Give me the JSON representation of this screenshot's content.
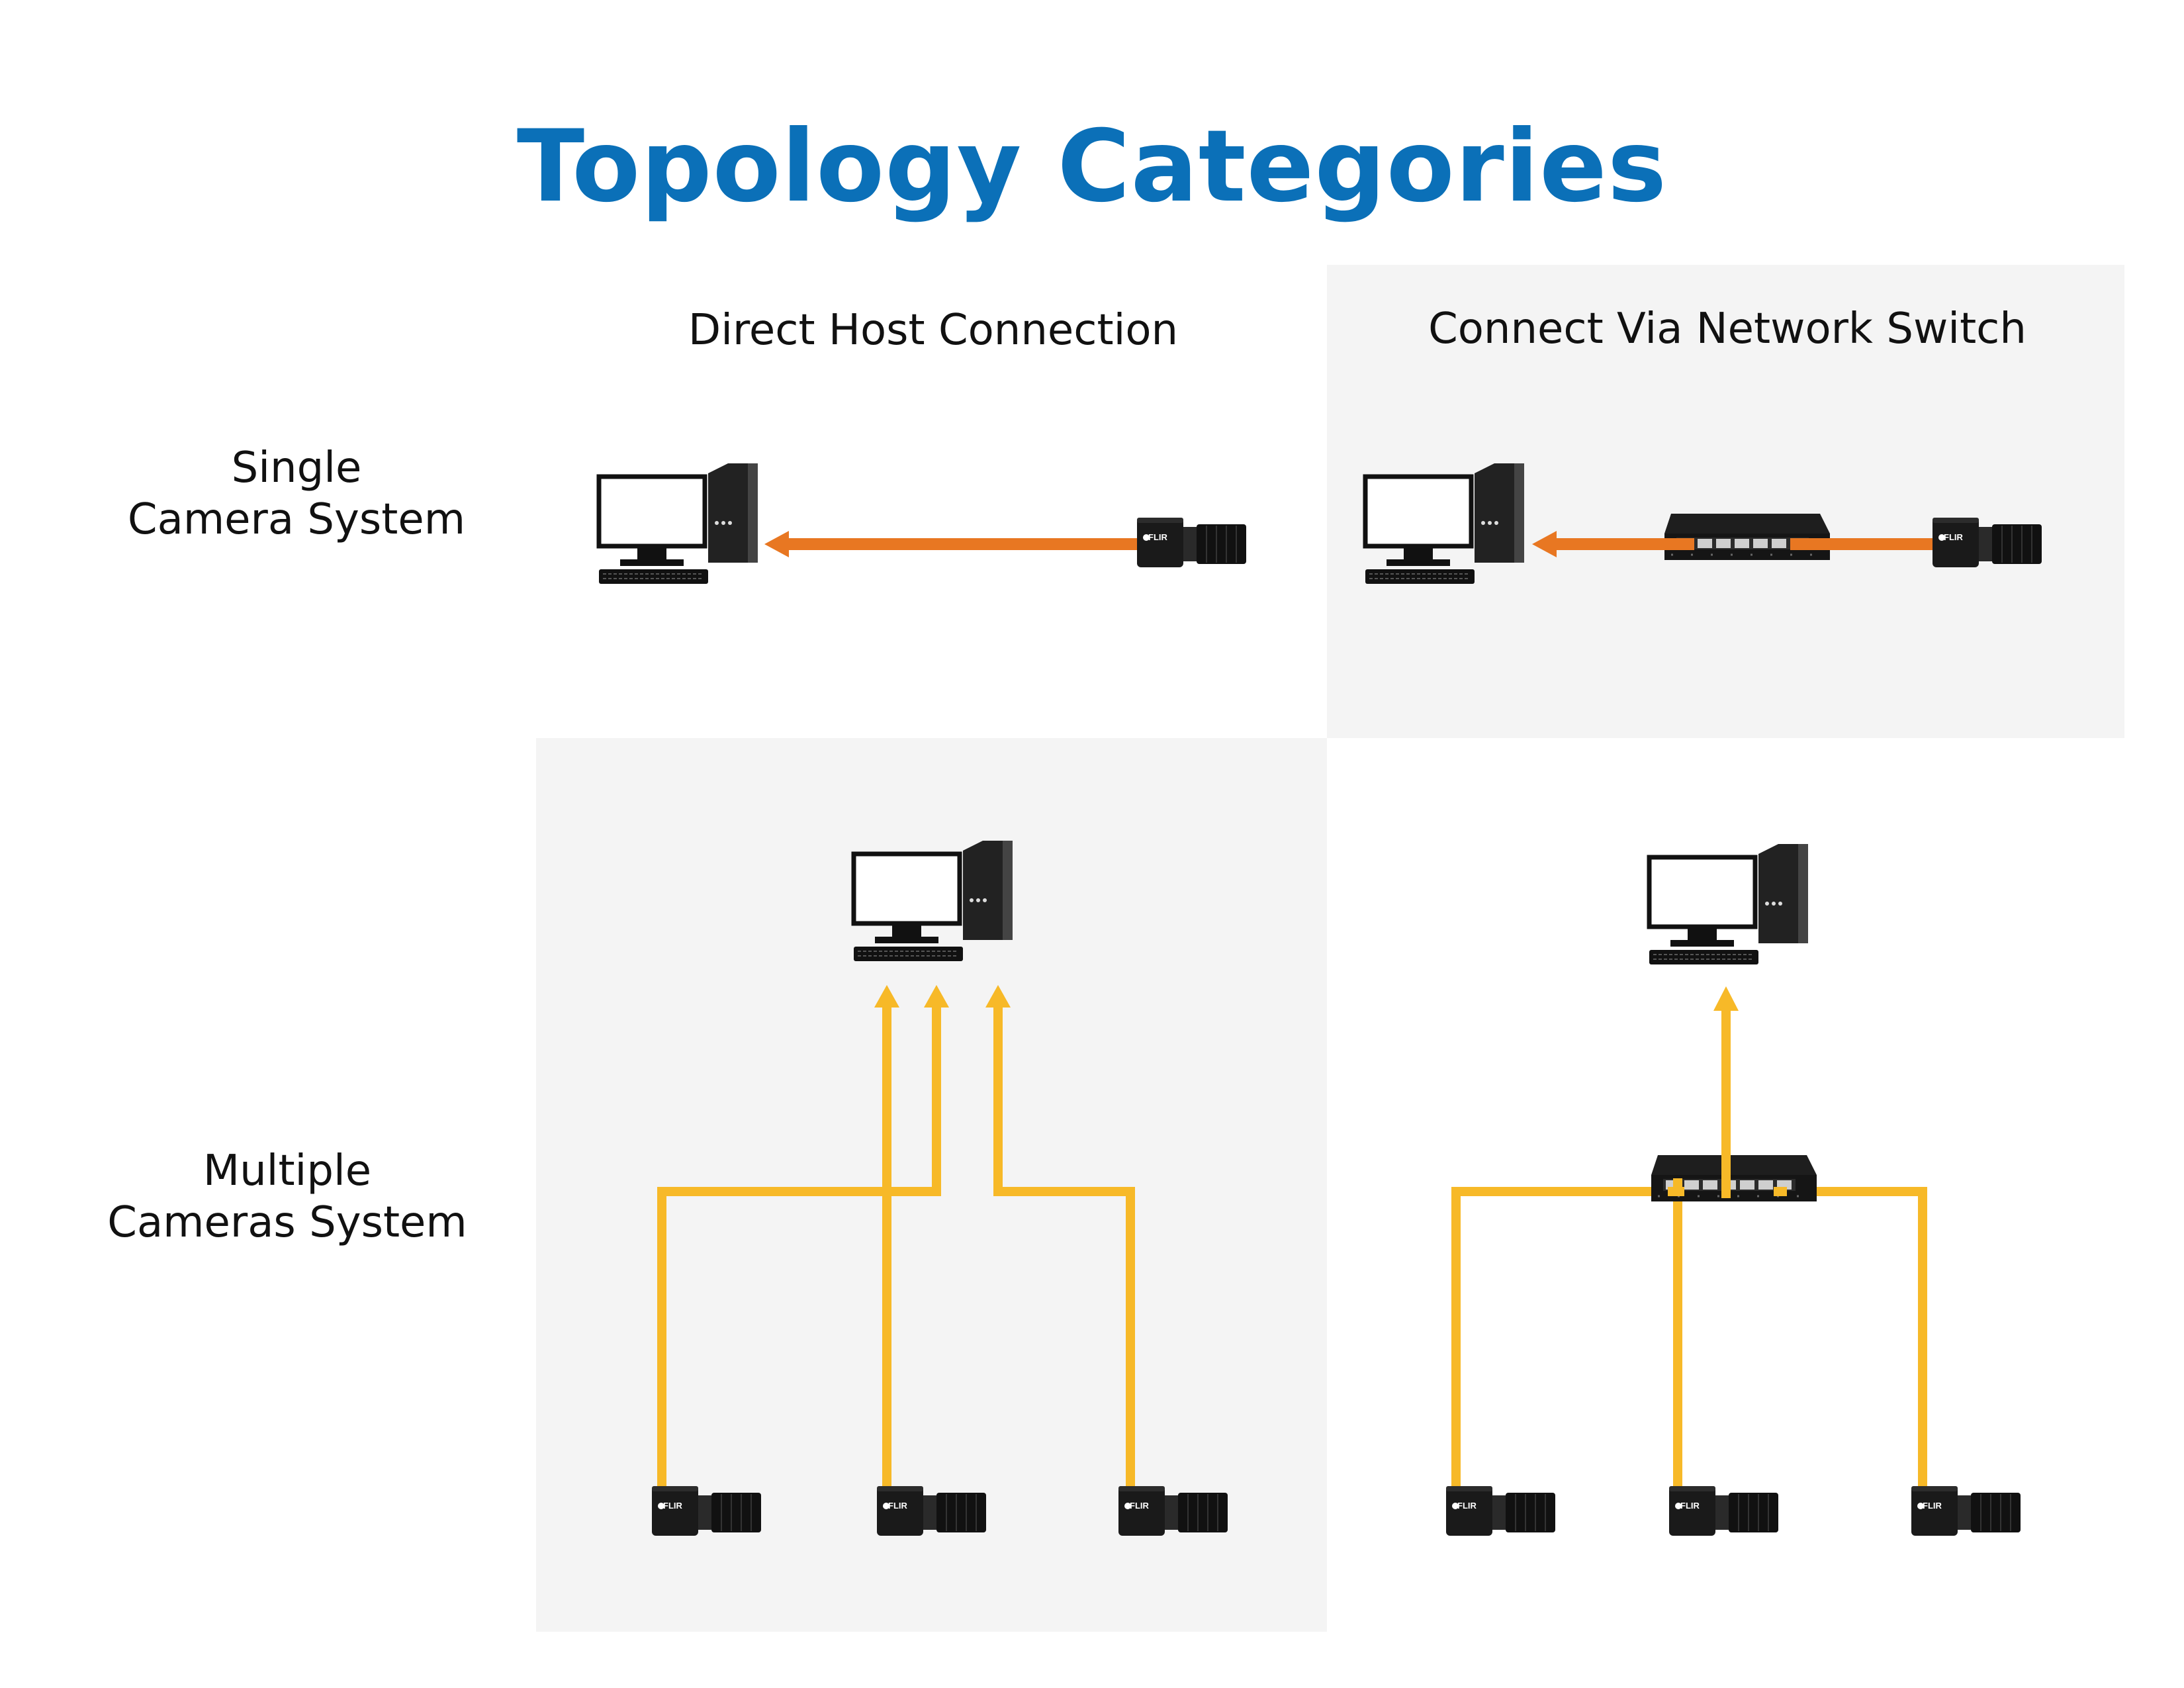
{
  "title": "Topology Categories",
  "columns": {
    "direct": "Direct Host Connection",
    "switch": "Connect Via Network Switch"
  },
  "rows": {
    "single": [
      "Single",
      "Camera System"
    ],
    "multiple": [
      "Multiple",
      "Cameras System"
    ]
  },
  "camera_brand": "FLIR",
  "colors": {
    "title": "#0b70b8",
    "single_link": "#e87722",
    "multi_link": "#f7b928",
    "panel": "#f4f4f4"
  },
  "icons": [
    "desktop-computer-icon",
    "network-switch-icon",
    "machine-vision-camera-icon"
  ]
}
